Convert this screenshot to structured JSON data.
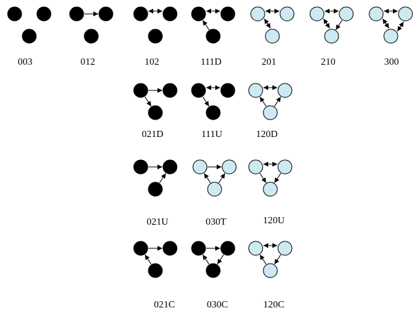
{
  "colors": {
    "unfilled_node_fill": "#cdeaf2",
    "filled_node_fill": "#000000",
    "stroke": "#000000"
  },
  "triads": [
    {
      "label": "003",
      "style": "filled",
      "edges": []
    },
    {
      "label": "012",
      "style": "filled",
      "edges": [
        [
          "A",
          "B"
        ]
      ]
    },
    {
      "label": "102",
      "style": "filled",
      "edges": [
        [
          "A",
          "B"
        ],
        [
          "B",
          "A"
        ]
      ]
    },
    {
      "label": "111D",
      "style": "filled",
      "edges": [
        [
          "A",
          "B"
        ],
        [
          "B",
          "A"
        ],
        [
          "C",
          "A"
        ]
      ]
    },
    {
      "label": "201",
      "style": "unfilled",
      "edges": [
        [
          "A",
          "B"
        ],
        [
          "B",
          "A"
        ],
        [
          "A",
          "C"
        ],
        [
          "C",
          "A"
        ]
      ]
    },
    {
      "label": "210",
      "style": "unfilled",
      "edges": [
        [
          "A",
          "B"
        ],
        [
          "B",
          "A"
        ],
        [
          "A",
          "C"
        ],
        [
          "C",
          "A"
        ],
        [
          "B",
          "C"
        ]
      ]
    },
    {
      "label": "300",
      "style": "unfilled",
      "edges": [
        [
          "A",
          "B"
        ],
        [
          "B",
          "A"
        ],
        [
          "A",
          "C"
        ],
        [
          "C",
          "A"
        ],
        [
          "B",
          "C"
        ],
        [
          "C",
          "B"
        ]
      ]
    },
    {
      "label": "021D",
      "style": "filled",
      "edges": [
        [
          "A",
          "B"
        ],
        [
          "A",
          "C"
        ]
      ]
    },
    {
      "label": "111U",
      "style": "filled",
      "edges": [
        [
          "A",
          "B"
        ],
        [
          "B",
          "A"
        ],
        [
          "A",
          "C"
        ]
      ]
    },
    {
      "label": "120D",
      "style": "unfilled",
      "edges": [
        [
          "A",
          "B"
        ],
        [
          "B",
          "A"
        ],
        [
          "C",
          "A"
        ],
        [
          "C",
          "B"
        ]
      ]
    },
    {
      "label": "021U",
      "style": "filled",
      "edges": [
        [
          "A",
          "B"
        ],
        [
          "C",
          "B"
        ]
      ]
    },
    {
      "label": "030T",
      "style": "unfilled",
      "edges": [
        [
          "A",
          "B"
        ],
        [
          "C",
          "A"
        ],
        [
          "C",
          "B"
        ]
      ]
    },
    {
      "label": "120U",
      "style": "unfilled",
      "edges": [
        [
          "A",
          "B"
        ],
        [
          "B",
          "A"
        ],
        [
          "A",
          "C"
        ],
        [
          "B",
          "C"
        ]
      ]
    },
    {
      "label": "021C",
      "style": "filled",
      "edges": [
        [
          "A",
          "B"
        ],
        [
          "C",
          "A"
        ]
      ]
    },
    {
      "label": "030C",
      "style": "filled",
      "edges": [
        [
          "A",
          "B"
        ],
        [
          "B",
          "C"
        ],
        [
          "C",
          "A"
        ]
      ]
    },
    {
      "label": "120C",
      "style": "unfilled",
      "edges": [
        [
          "A",
          "B"
        ],
        [
          "B",
          "A"
        ],
        [
          "B",
          "C"
        ],
        [
          "C",
          "A"
        ]
      ]
    }
  ]
}
